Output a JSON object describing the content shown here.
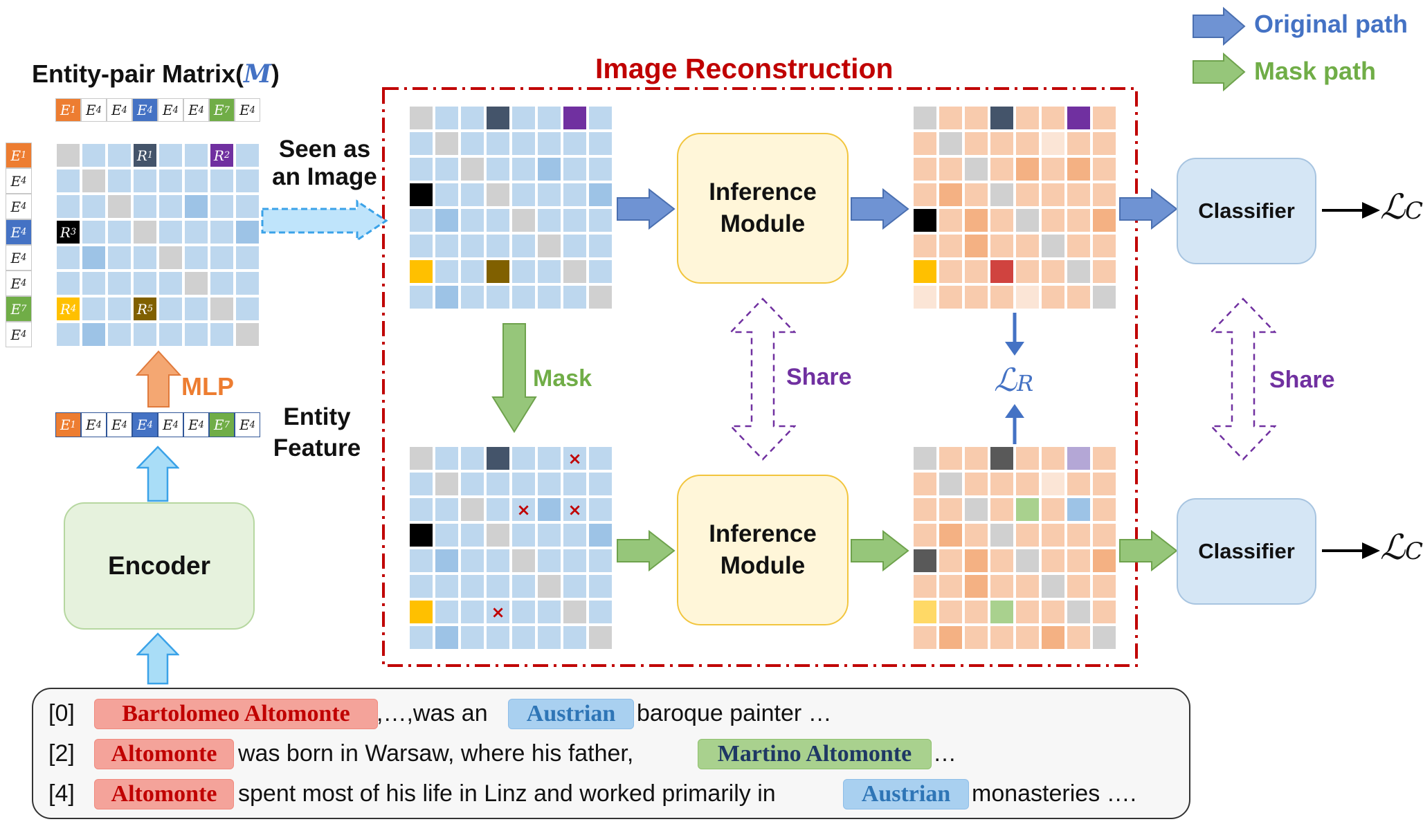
{
  "legend": {
    "original_path": "Original path",
    "mask_path": "Mask path",
    "original_color": "#4472c4",
    "mask_color": "#70ad47"
  },
  "title": "Image Reconstruction",
  "entity_matrix": {
    "title_text": "Entity-pair Matrix(",
    "title_symbol": "M",
    "title_close": ")",
    "header": [
      "E1",
      "E4",
      "E4",
      "E4",
      "E4",
      "E4",
      "E7",
      "E4"
    ],
    "row_header": [
      "E1",
      "E4",
      "E4",
      "E4",
      "E4",
      "E4",
      "E7",
      "E4"
    ],
    "entity_colors": [
      "#ed7d31",
      "#ffffff",
      "#ffffff",
      "#4472c4",
      "#ffffff",
      "#ffffff",
      "#70ad47",
      "#ffffff"
    ],
    "relations": [
      {
        "label": "R1",
        "row": 0,
        "col": 3,
        "color": "#44546a"
      },
      {
        "label": "R2",
        "row": 0,
        "col": 6,
        "color": "#7030a0"
      },
      {
        "label": "R3",
        "row": 3,
        "col": 0,
        "color": "#000000"
      },
      {
        "label": "R4",
        "row": 6,
        "col": 0,
        "color": "#ffc000"
      },
      {
        "label": "R5",
        "row": 6,
        "col": 3,
        "color": "#806000"
      }
    ]
  },
  "labels": {
    "seen_as_image_1": "Seen as",
    "seen_as_image_2": "an Image",
    "mlp": "MLP",
    "entity_feature_1": "Entity",
    "entity_feature_2": "Feature",
    "encoder": "Encoder",
    "mask": "Mask",
    "share_left": "Share",
    "share_right": "Share",
    "inference_top_1": "Inference",
    "inference_top_2": "Module",
    "inference_bottom_1": "Inference",
    "inference_bottom_2": "Module",
    "classifier_top": "Classifier",
    "classifier_bottom": "Classifier",
    "loss_c_top": "ℒ",
    "loss_c_top_sub": "C",
    "loss_c_bottom": "ℒ",
    "loss_c_bottom_sub": "C",
    "loss_r": "ℒ",
    "loss_r_sub": "R"
  },
  "text_panel": {
    "lines": [
      {
        "index": "[0]",
        "parts": [
          {
            "type": "tag",
            "text": "Bartolomeo Altomonte",
            "style": "red"
          },
          {
            "type": "text",
            "text": ",…,was an"
          },
          {
            "type": "tag",
            "text": "Austrian",
            "style": "blue"
          },
          {
            "type": "text",
            "text": "baroque painter …"
          }
        ]
      },
      {
        "index": "[2]",
        "parts": [
          {
            "type": "tag",
            "text": "Altomonte",
            "style": "red"
          },
          {
            "type": "text",
            "text": "was born in Warsaw, where his father,"
          },
          {
            "type": "tag",
            "text": "Martino Altomonte",
            "style": "green"
          },
          {
            "type": "text",
            "text": "…"
          }
        ]
      },
      {
        "index": "[4]",
        "parts": [
          {
            "type": "tag",
            "text": "Altomonte",
            "style": "red"
          },
          {
            "type": "text",
            "text": "spent most of his life in Linz and worked primarily in"
          },
          {
            "type": "tag",
            "text": "Austrian",
            "style": "blue"
          },
          {
            "type": "text",
            "text": "monasteries …."
          }
        ]
      }
    ]
  }
}
